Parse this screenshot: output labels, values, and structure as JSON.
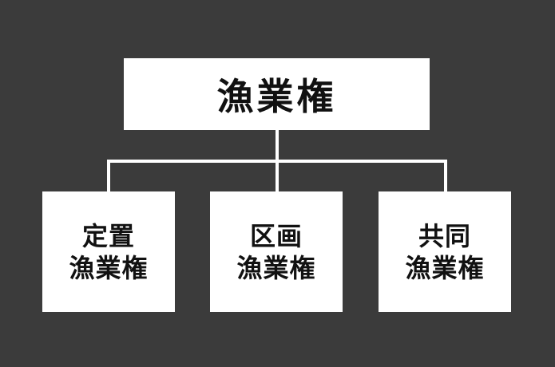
{
  "root": {
    "label": "漁業権"
  },
  "children": [
    {
      "line1": "定置",
      "line2": "漁業権"
    },
    {
      "line1": "区画",
      "line2": "漁業権"
    },
    {
      "line1": "共同",
      "line2": "漁業権"
    }
  ],
  "colors": {
    "background": "#3b3b3b",
    "box": "#ffffff",
    "text": "#111111",
    "connector": "#ffffff"
  }
}
